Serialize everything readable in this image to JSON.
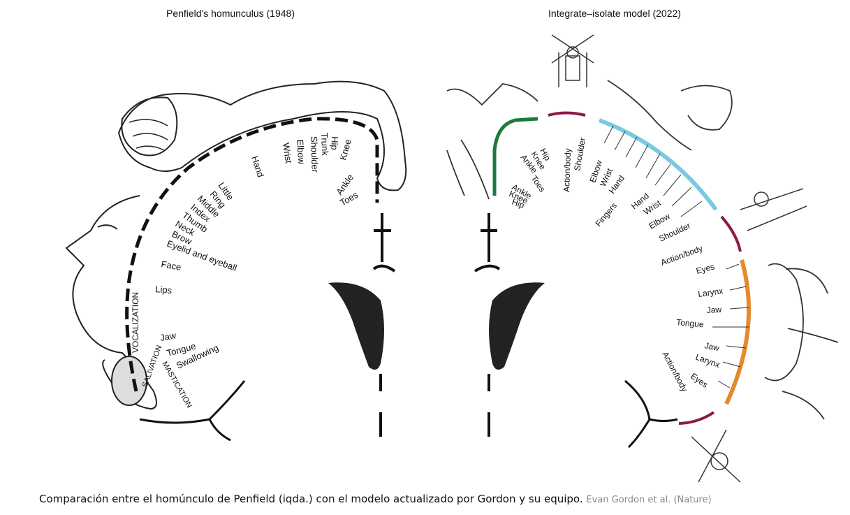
{
  "left_panel": {
    "title": "Penfield's homunculus (1948)",
    "labels": [
      "Hand",
      "Wrist",
      "Elbow",
      "Shoulder",
      "Trunk",
      "Hip",
      "Knee",
      "Ankle",
      "Toes",
      "Little",
      "Ring",
      "Middle",
      "Index",
      "Thumb",
      "Neck",
      "Brow",
      "Eyelid and eyeball",
      "Face",
      "Lips",
      "Jaw",
      "Tongue",
      "Swallowing",
      "VOCALIZATION",
      "SALIVATION",
      "MASTICATION"
    ]
  },
  "right_panel": {
    "title": "Integrate–isolate model (2022)",
    "leg_labels_top": [
      "Hip",
      "Knee",
      "Ankle",
      "Toes"
    ],
    "leg_labels_bottom": [
      "Ankle",
      "Knee",
      "Hip"
    ],
    "arm_labels": [
      "Shoulder",
      "Elbow",
      "Wrist",
      "Hand",
      "Fingers",
      "Hand",
      "Wrist",
      "Elbow",
      "Shoulder"
    ],
    "face_labels": [
      "Eyes",
      "Larynx",
      "Jaw",
      "Tongue",
      "Jaw",
      "Larynx",
      "Eyes"
    ],
    "action_body_labels": [
      "Action/body",
      "Action/body",
      "Action/body"
    ],
    "colors": {
      "leg": "#1e7a3c",
      "action": "#8b1a4a",
      "arm": "#79c9e0",
      "face": "#e58a2c"
    }
  },
  "caption": {
    "text": "Comparación entre el homúnculo de Penfield (iqda.) con el modelo actualizado por Gordon y su equipo.",
    "credit": "Evan Gordon et al. (Nature)"
  }
}
